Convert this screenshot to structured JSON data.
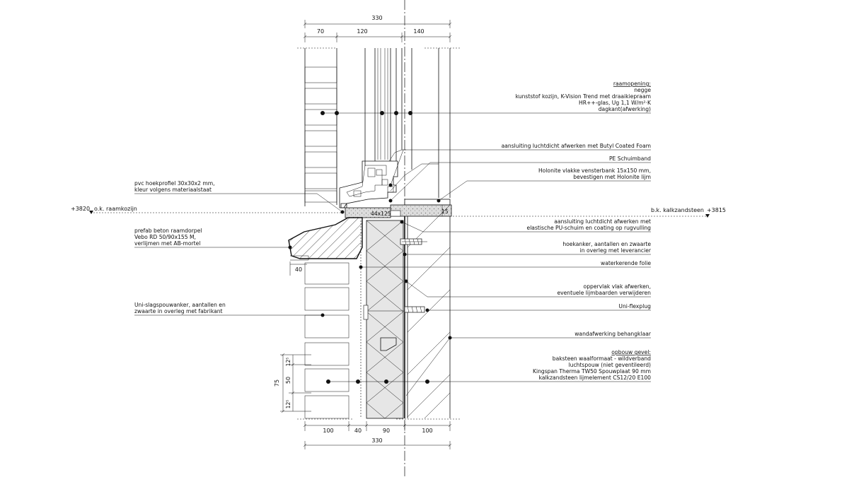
{
  "dimensions": {
    "top_total": "330",
    "top_parts": [
      "70",
      "120",
      "140"
    ],
    "bottom_parts": [
      "100",
      "40",
      "90",
      "100"
    ],
    "bottom_total": "330",
    "cavity_anchor_offset": "40",
    "brick_course": "75",
    "brick_height": "50",
    "joint_top": "12⁵",
    "joint_bottom": "12⁵",
    "sill_section": "44x125",
    "sill_thickness": "15"
  },
  "levels": {
    "left_value": "+3820",
    "left_label": "o.k. raamkozijn",
    "right_label": "b.k. kalkzandsteen",
    "right_value": "+3815"
  },
  "labels_right": {
    "raamopening": {
      "title": "raamopening:",
      "lines": [
        "negge",
        "kunststof kozijn, K-Vision Trend met draaikiepraam",
        "HR++-glas, Ug 1,1 W/m²·K",
        "dagkant(afwerking)"
      ]
    },
    "butyl": "aansluiting luchtdicht afwerken met Butyl Coated Foam",
    "pe": "PE Schuimband",
    "holonite": [
      "Holonite vlakke vensterbank 15x150 mm,",
      "bevestigen met Holonite lijm"
    ],
    "pu": [
      "aansluiting luchtdicht afwerken met",
      "elastische PU-schuim en coating op rugvulling"
    ],
    "hoekanker": [
      "hoekanker, aantallen en zwaarte",
      "in overleg met leverancier"
    ],
    "folie": "waterkerende folie",
    "oppervlak": [
      "oppervlak vlak afwerken,",
      "eventuele lijmbaarden verwijderen"
    ],
    "flexplug": "Uni-flexplug",
    "wandafwerking": "wandafwerking behangklaar",
    "opbouw": {
      "title": "opbouw gevel:",
      "lines": [
        "baksteen waalformaat - wildverband",
        "luchtspouw (niet geventileerd)",
        "Kingspan Therma TW50 Spouwplaat 90 mm",
        "kalkzandsteen lijmelement CS12/20 E100"
      ]
    }
  },
  "labels_left": {
    "hoekprofiel": [
      "pvc hoekprofiel 30x30x2 mm,",
      "kleur volgens materiaalstaat"
    ],
    "raamdorpel": [
      "prefab beton raamdorpel",
      "Vebo RD 50/90x155 M,",
      "verlijmen met AB-mortel"
    ],
    "spouwanker": [
      "Uni-slagspouwanker, aantallen en",
      "zwaarte in overleg met fabrikant"
    ]
  }
}
